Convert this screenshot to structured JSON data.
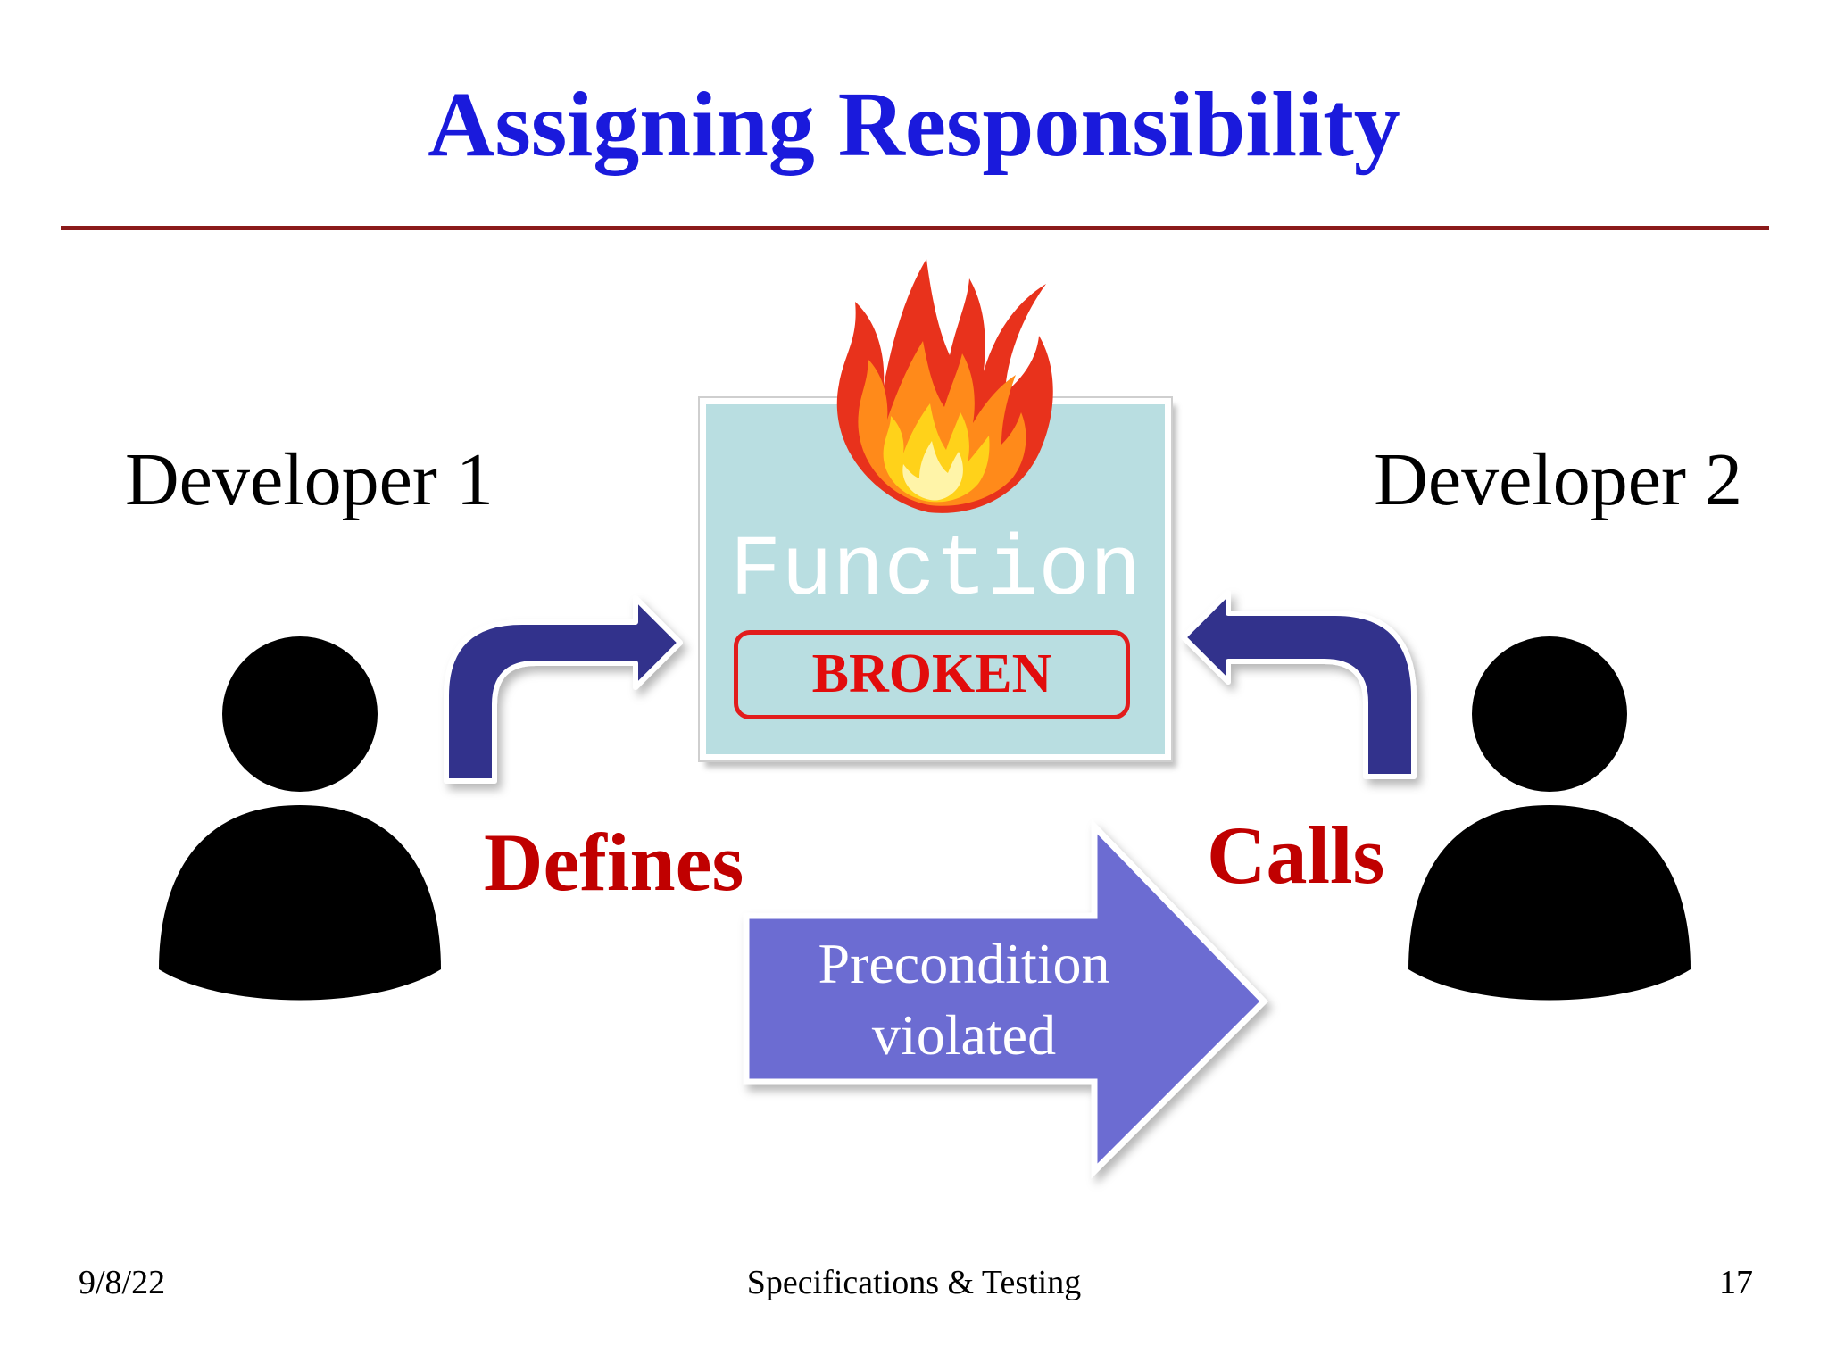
{
  "slide": {
    "title": "Assigning Responsibility",
    "developer_1_label": "Developer 1",
    "developer_2_label": "Developer 2",
    "function_label": "Function",
    "broken_label": "BROKEN",
    "defines_label": "Defines",
    "calls_label": "Calls",
    "precondition_line_1": "Precondition",
    "precondition_line_2": "violated"
  },
  "footer": {
    "date": "9/8/22",
    "course": "Specifications & Testing",
    "page_number": "17"
  },
  "colors": {
    "title": "#1a1adc",
    "rule": "#8b1a1a",
    "function_box": "#b9dee1",
    "broken": "#e20c0c",
    "labels": "#c00000",
    "curved_arrows": "#30308c",
    "precondition_arrow": "#6c6cd2"
  },
  "icons": [
    "person-icon",
    "flame-icon",
    "curved-arrow-icon",
    "block-arrow-icon"
  ]
}
